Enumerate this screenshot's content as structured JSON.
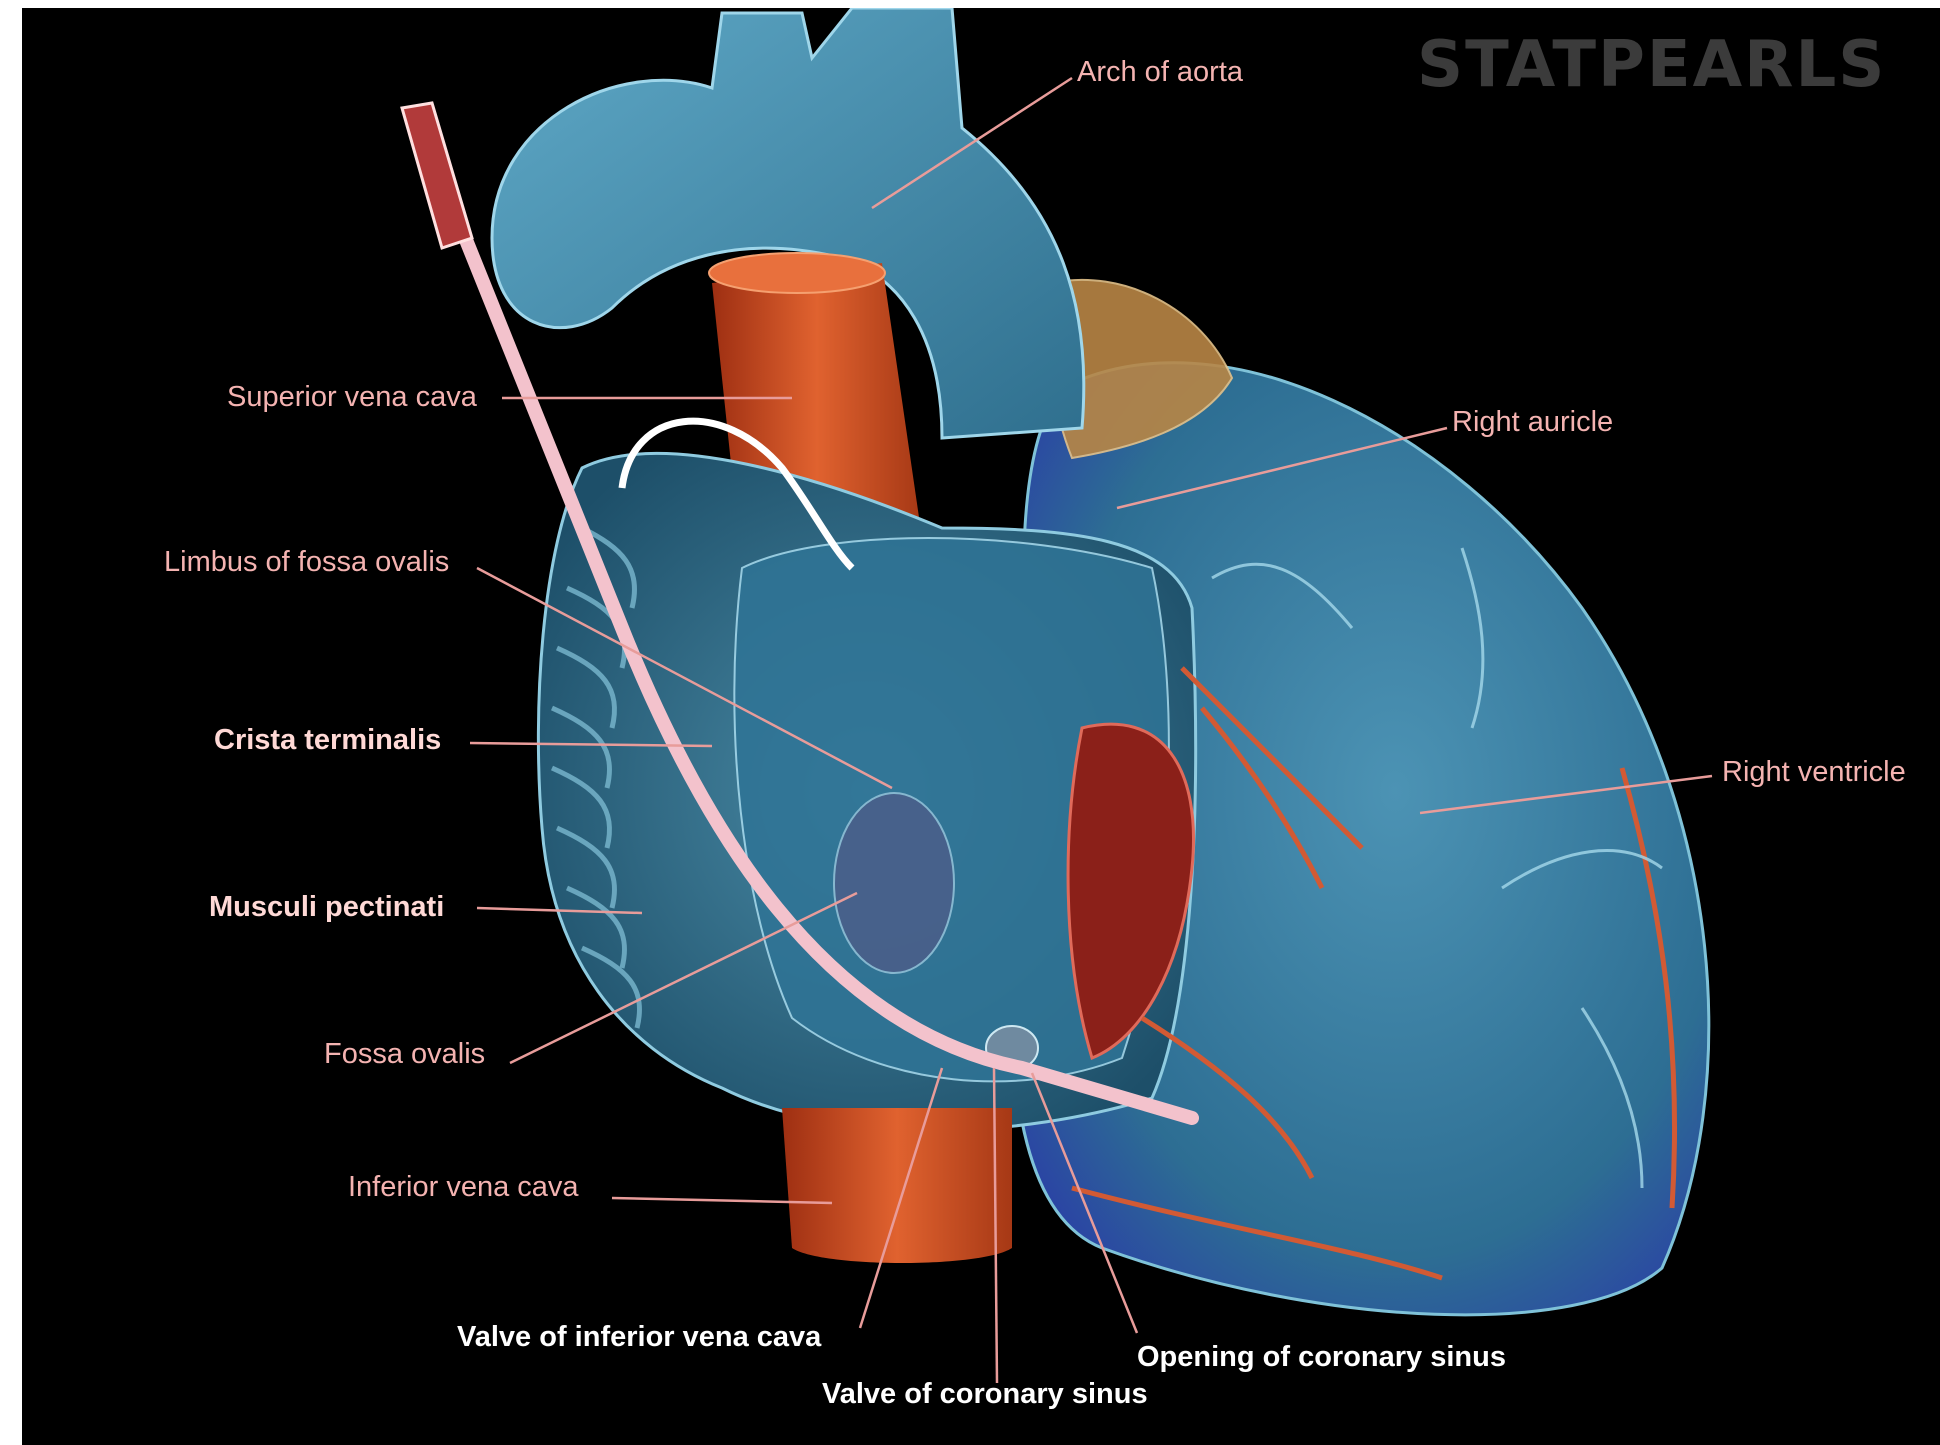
{
  "watermark": "STATPEARLS",
  "labels": {
    "arch_of_aorta": "Arch of aorta",
    "superior_vena_cava": "Superior vena cava",
    "right_auricle": "Right auricle",
    "limbus_of_fossa_ovalis": "Limbus of fossa ovalis",
    "crista_terminalis": "Crista terminalis",
    "right_ventricle": "Right ventricle",
    "musculi_pectinati": "Musculi pectinati",
    "fossa_ovalis": "Fossa ovalis",
    "inferior_vena_cava": "Inferior vena cava",
    "valve_of_inferior_vena_cava": "Valve of inferior vena cava",
    "opening_of_coronary_sinus": "Opening of coronary sinus",
    "valve_of_coronary_sinus": "Valve of coronary sinus"
  },
  "colors": {
    "background": "#000000",
    "vessel_blue": "#3f8aa8",
    "vena_cava_red": "#c4481e",
    "ventricle_blue": "#2c6f93",
    "label_pink": "#f4b3b1",
    "leader_line": "#e89c9a"
  }
}
